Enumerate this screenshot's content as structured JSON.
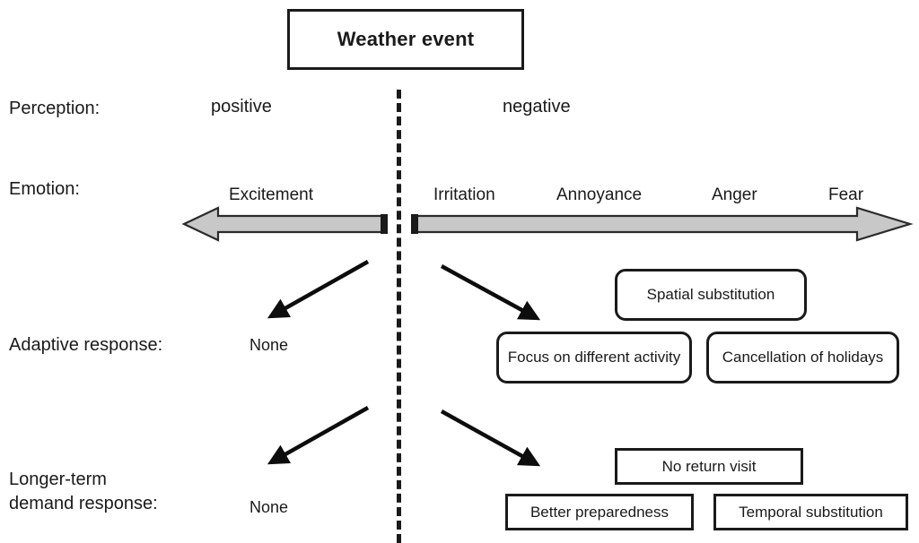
{
  "diagram": {
    "title": "Weather event",
    "colors": {
      "stroke": "#1a1a1a",
      "arrow_fill": "#c8c8c8",
      "background": "#ffffff"
    },
    "divider": {
      "style": "dashed",
      "orientation": "vertical"
    },
    "rows": [
      {
        "id": "perception",
        "label": "Perception:",
        "positive": "positive",
        "negative": "negative"
      },
      {
        "id": "emotion",
        "label": "Emotion:",
        "positive_labels": [
          "Excitement"
        ],
        "negative_labels": [
          "Irritation",
          "Annoyance",
          "Anger",
          "Fear"
        ]
      },
      {
        "id": "adaptive",
        "label": "Adaptive response:",
        "positive": "None",
        "negative_boxes": [
          "Spatial substitution",
          "Focus on different activity",
          "Cancellation of holidays"
        ]
      },
      {
        "id": "longer-term",
        "label": "Longer-term\ndemand response:",
        "positive": "None",
        "negative_boxes": [
          "No return visit",
          "Better preparedness",
          "Temporal substitution"
        ]
      }
    ]
  }
}
